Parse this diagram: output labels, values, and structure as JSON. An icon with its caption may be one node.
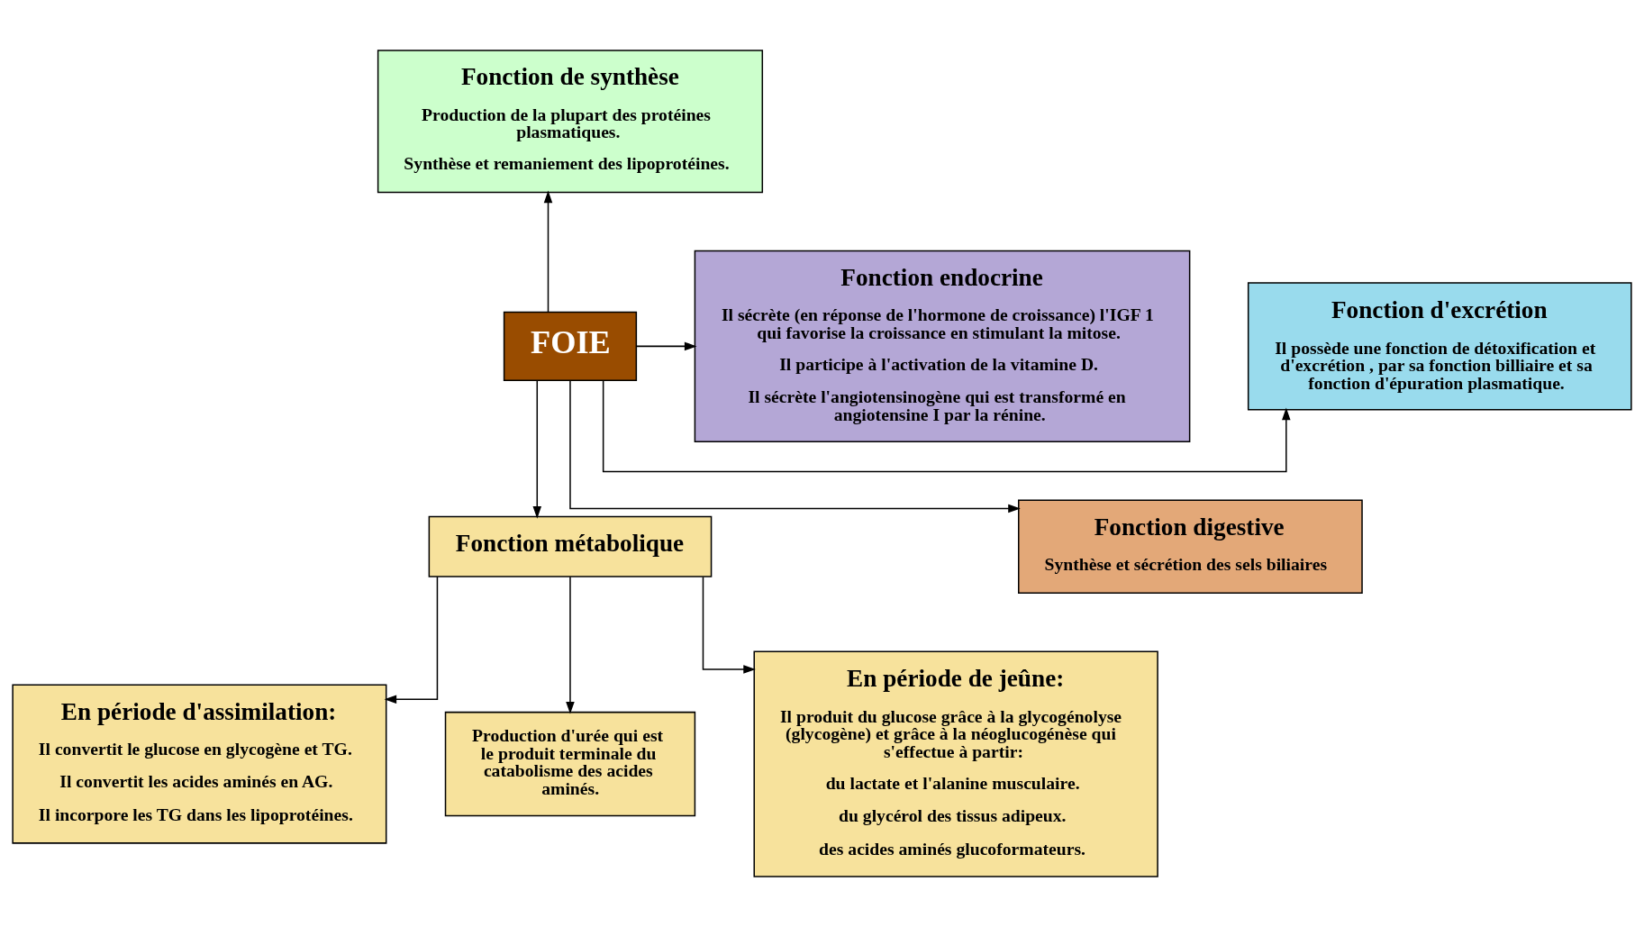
{
  "diagram": {
    "nodes": [
      {
        "text": [
          "FOIE"
        ]
      },
      {
        "text": [
          "Fonction de synthèse",
          "Production de la plupart des protéines plasmatiques.",
          "Synthèse et remaniement des lipoprotéines."
        ]
      },
      {
        "text": [
          "Fonction d'excrétion",
          "Il possède une fonction de détoxification et d'excrétion , par sa fonction billiaire et sa fonction d'épuration plasmatique."
        ]
      },
      {
        "text": [
          "Fonction endocrine",
          "Il sécrète (en réponse de l'hormone de croissance) l'IGF 1 qui favorise la croissance en stimulant la mitose.",
          "Il participe à l'activation de la vitamine D.",
          "Il sécrète l'angiotensinogène qui est transformé en angiotensine I par la rénine."
        ]
      },
      {
        "text": [
          "Fonction digestive",
          "Synthèse et sécrétion des sels biliaires"
        ]
      },
      {
        "text": [
          "Fonction métabolique"
        ]
      },
      {
        "text": [
          "En période d'assimilation:",
          "Il convertit le glucose en glycogène et TG.",
          "Il convertit les acides aminés en AG.",
          "Il incorpore les TG dans les lipoprotéines."
        ]
      },
      {
        "text": [
          "Production d'urée qui est le produit terminale du catabolisme des acides aminés."
        ]
      },
      {
        "text": [
          "En période de jeûne:",
          "Il produit du glucose grâce à la glycogénolyse (glycogène) et grâce à la néoglucogénèse qui s'effectue à partir:",
          "du lactate et l'alanine musculaire.",
          "du glycérol des tissus adipeux.",
          "des acides aminés glucoformateurs."
        ]
      }
    ],
    "edges": [
      {
        "from": 0,
        "to": 1,
        "arrow": "to"
      },
      {
        "from": 0,
        "to": 2,
        "arrow": "to"
      },
      {
        "from": 0,
        "to": 3,
        "arrow": "to"
      },
      {
        "from": 0,
        "to": 4,
        "arrow": "to"
      },
      {
        "from": 0,
        "to": 5,
        "arrow": "to"
      },
      {
        "from": 5,
        "to": 6,
        "arrow": "to"
      },
      {
        "from": 5,
        "to": 7,
        "arrow": "to"
      },
      {
        "from": 5,
        "to": 8,
        "arrow": "to"
      }
    ]
  }
}
